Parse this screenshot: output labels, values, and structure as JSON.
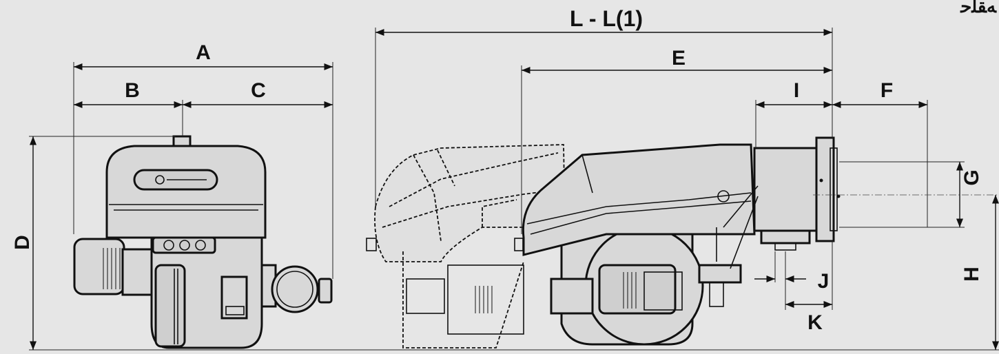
{
  "labels": {
    "A": "A",
    "B": "B",
    "C": "C",
    "D": "D",
    "L": "L - L(1)",
    "E": "E",
    "I": "I",
    "F": "F",
    "G": "G",
    "H": "H",
    "J": "J",
    "K": "K",
    "corner": "ﻪﻘﻠﺣ"
  },
  "colors": {
    "background": "#e6e6e6",
    "line": "#111111"
  }
}
